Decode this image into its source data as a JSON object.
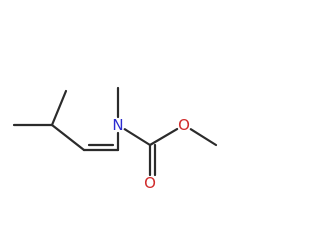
{
  "molecule": {
    "atoms": [
      {
        "id": "c_ch3_top",
        "symbol": "C",
        "label": ""
      },
      {
        "id": "c_ch3_left",
        "symbol": "C",
        "label": ""
      },
      {
        "id": "c_ch",
        "symbol": "C",
        "label": ""
      },
      {
        "id": "c_vinyl1",
        "symbol": "C",
        "label": ""
      },
      {
        "id": "c_vinyl2",
        "symbol": "C",
        "label": ""
      },
      {
        "id": "n",
        "symbol": "N",
        "label": "N"
      },
      {
        "id": "c_nme",
        "symbol": "C",
        "label": ""
      },
      {
        "id": "c_carbonyl",
        "symbol": "C",
        "label": ""
      },
      {
        "id": "o_carbonyl",
        "symbol": "O",
        "label": "O"
      },
      {
        "id": "o_ester",
        "symbol": "O",
        "label": "O"
      },
      {
        "id": "c_ome",
        "symbol": "C",
        "label": ""
      }
    ],
    "bonds": [
      {
        "a": "c_ch3_top",
        "b": "c_ch",
        "order": 1
      },
      {
        "a": "c_ch3_left",
        "b": "c_ch",
        "order": 1
      },
      {
        "a": "c_ch",
        "b": "c_vinyl1",
        "order": 1
      },
      {
        "a": "c_vinyl1",
        "b": "c_vinyl2",
        "order": 2
      },
      {
        "a": "c_vinyl2",
        "b": "n",
        "order": 1
      },
      {
        "a": "n",
        "b": "c_nme",
        "order": 1
      },
      {
        "a": "n",
        "b": "c_carbonyl",
        "order": 1
      },
      {
        "a": "c_carbonyl",
        "b": "o_carbonyl",
        "order": 2
      },
      {
        "a": "c_carbonyl",
        "b": "o_ester",
        "order": 1
      },
      {
        "a": "o_ester",
        "b": "c_ome",
        "order": 1
      }
    ],
    "colors": {
      "bond": "#2b2b2b",
      "N": "#2b2bd0",
      "O": "#d02b2b"
    }
  }
}
